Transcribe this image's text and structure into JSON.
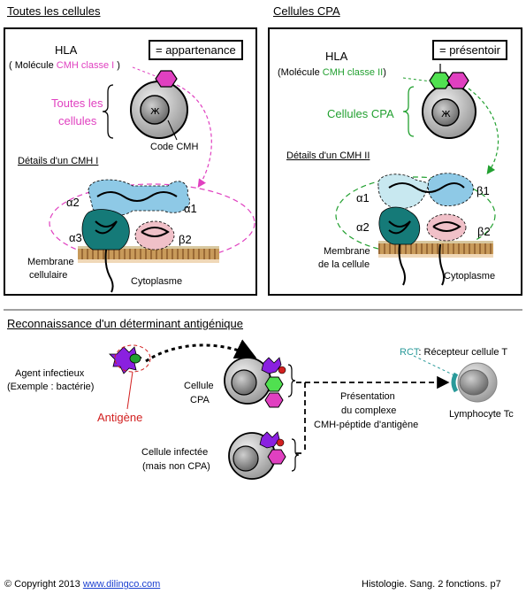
{
  "top": {
    "left_title": "Toutes les cellules",
    "right_title": "Cellules CPA"
  },
  "left": {
    "hla": "HLA",
    "molecule_prefix": "( Molécule ",
    "molecule_name": "CMH classe I",
    "molecule_suffix": " )",
    "badge": "= appartenance",
    "cells_line1": "Toutes les",
    "cells_line2": "cellules",
    "code": "Code CMH",
    "details": "Détails d'un CMH I",
    "a1": "α1",
    "a2": "α2",
    "a3": "α3",
    "b2": "β2",
    "membrane1": "Membrane",
    "membrane2": "cellulaire",
    "cytoplasm": "Cytoplasme"
  },
  "right": {
    "hla": "HLA",
    "molecule_prefix": "(Molécule ",
    "molecule_name": "CMH classe II",
    "molecule_suffix": ")",
    "badge": "= présentoir",
    "cells": "Cellules CPA",
    "details": "Détails d'un CMH II",
    "a1": "α1",
    "a2": "α2",
    "b1": "β1",
    "b2": "β2",
    "membrane1": "Membrane",
    "membrane2": "de la cellule",
    "cytoplasm": "Cytoplasme"
  },
  "bottom": {
    "title": "Reconnaissance d'un déterminant antigénique",
    "agent1": "Agent infectieux",
    "agent2": "(Exemple : bactérie)",
    "antigen": "Antigène",
    "cpa1": "Cellule",
    "cpa2": "CPA",
    "infected1": "Cellule infectée",
    "infected2": "(mais non CPA)",
    "pres1": "Présentation",
    "pres2": "du complexe",
    "pres3": "CMH-péptide d'antigène",
    "rct": "RCT",
    "rct_label": ": Récepteur cellule T",
    "lympho": "Lymphocyte Tc"
  },
  "footer": {
    "copyright": "© Copyright 2013 ",
    "link": "www.dilingco.com",
    "page": "Histologie. Sang. 2 fonctions.  p7"
  },
  "colors": {
    "pink": "#e040c0",
    "green": "#22a030",
    "teal": "#2a9a9a",
    "blue_domain": "#8ec9e6",
    "dark_teal": "#157a78",
    "rose": "#f0c0c8",
    "purple": "#8a20e0",
    "red": "#d22020"
  }
}
